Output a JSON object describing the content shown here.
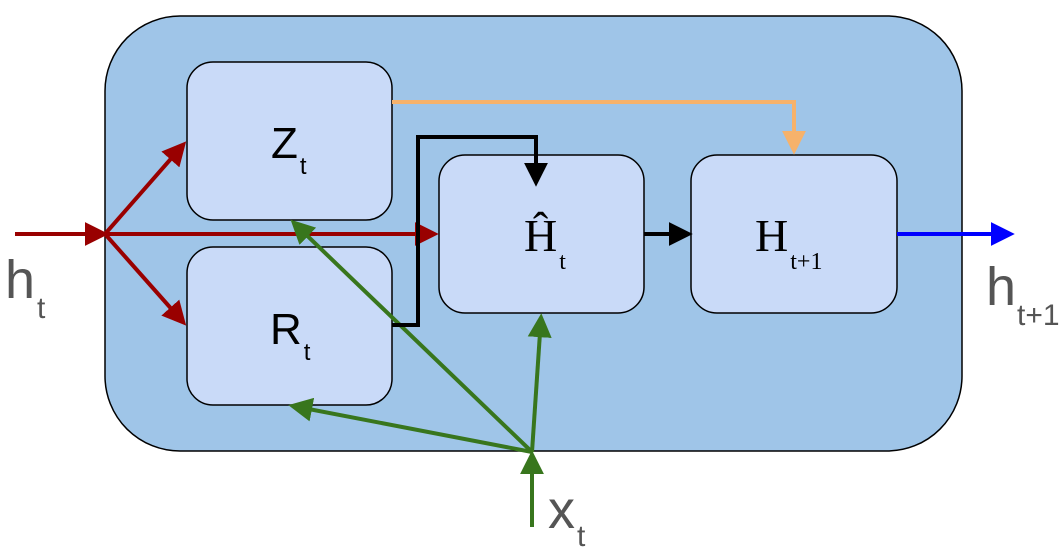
{
  "colors": {
    "cell_fill": "#9fc5e8",
    "gate_fill": "#c9daf8",
    "stroke": "#000000",
    "hidden_in_arrow": "#990000",
    "input_arrow": "#38761d",
    "z_arrow": "#f6b26b",
    "output_arrow": "#0000ff",
    "reset_arrow": "#000000",
    "outer_label": "#555555"
  },
  "labels": {
    "h_in": {
      "base": "h",
      "sub": "t"
    },
    "x_in": {
      "base": "x",
      "sub": "t"
    },
    "h_out": {
      "base": "h",
      "sub": "t+1"
    }
  },
  "gates": {
    "z": {
      "base": "Z",
      "sub": "t"
    },
    "r": {
      "base": "R",
      "sub": "t"
    },
    "h_hat": {
      "base": "Ĥ",
      "sub": "t"
    },
    "h_next": {
      "base": "H",
      "sub": "t+1"
    }
  }
}
